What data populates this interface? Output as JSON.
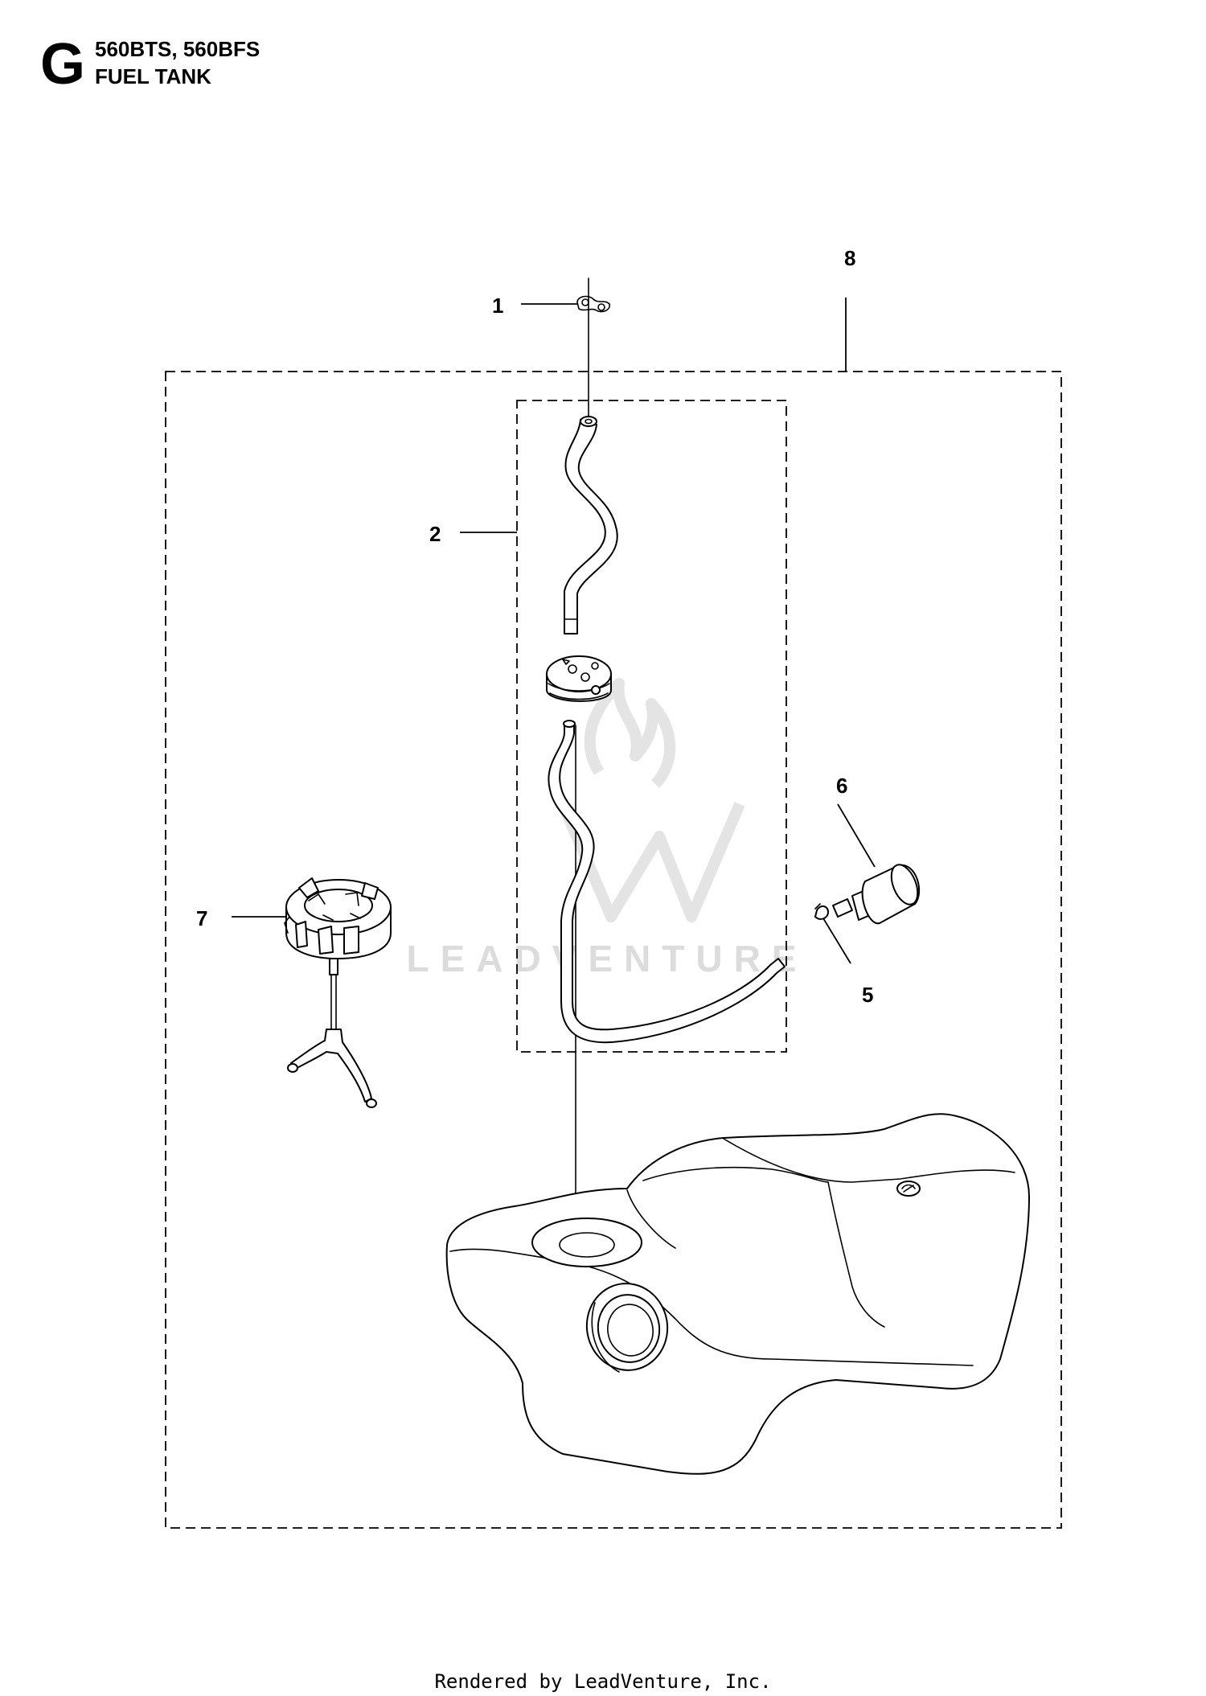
{
  "header": {
    "section_letter": "G",
    "model": "560BTS, 560BFS",
    "title": "FUEL TANK"
  },
  "callouts": [
    {
      "id": "1",
      "label": "1"
    },
    {
      "id": "2",
      "label": "2"
    },
    {
      "id": "5",
      "label": "5"
    },
    {
      "id": "6",
      "label": "6"
    },
    {
      "id": "7",
      "label": "7"
    },
    {
      "id": "8",
      "label": "8"
    }
  ],
  "watermark": {
    "text": "LEADVENTURE"
  },
  "footer": {
    "text": "Rendered by LeadVenture, Inc."
  }
}
